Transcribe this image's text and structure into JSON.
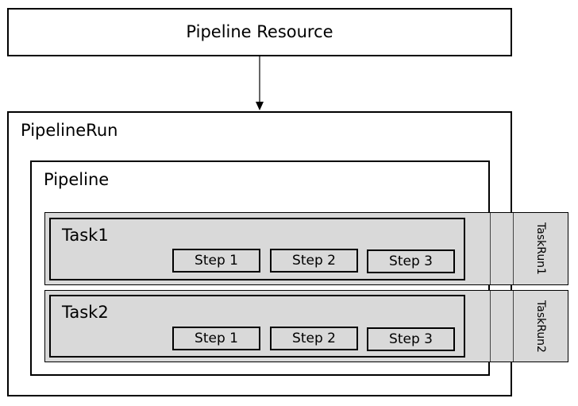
{
  "diagram": {
    "resource": {
      "label": "Pipeline Resource"
    },
    "pipelinerun": {
      "label": "PipelineRun"
    },
    "pipeline": {
      "label": "Pipeline"
    },
    "tasks": [
      {
        "label": "Task1",
        "taskrun": "TaskRun1",
        "steps": [
          "Step 1",
          "Step 2",
          "Step 3"
        ]
      },
      {
        "label": "Task2",
        "taskrun": "TaskRun2",
        "steps": [
          "Step 1",
          "Step 2",
          "Step 3"
        ]
      }
    ]
  }
}
